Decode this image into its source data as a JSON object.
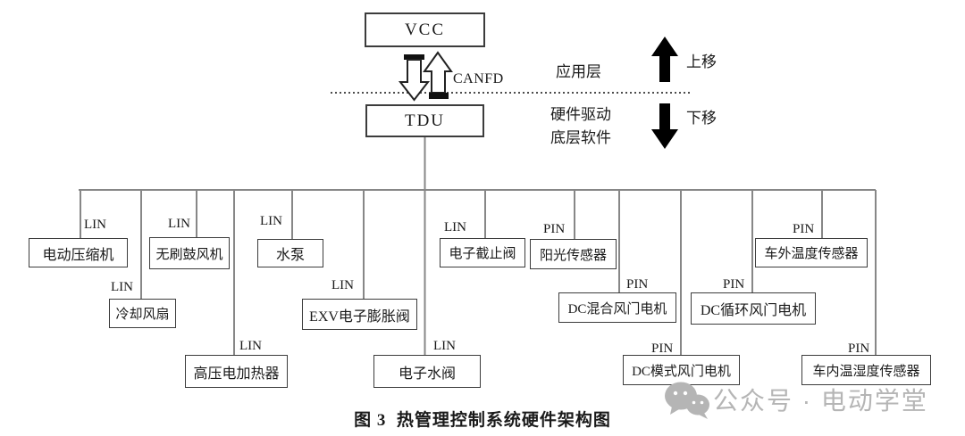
{
  "header": {
    "vcc_label": "VCC",
    "tdu_label": "TDU",
    "canfd_label": "CANFD",
    "app_layer_label": "应用层",
    "hw_driver_label": "硬件驱动",
    "low_sw_label": "底层软件",
    "move_up_label": "上移",
    "move_down_label": "下移"
  },
  "nodes": [
    {
      "label": "电动压缩机",
      "bus": "LIN"
    },
    {
      "label": "无刷鼓风机",
      "bus": "LIN"
    },
    {
      "label": "冷却风扇",
      "bus": "LIN"
    },
    {
      "label": "水泵",
      "bus": "LIN"
    },
    {
      "label": "高压电加热器",
      "bus": "LIN"
    },
    {
      "label": "EXV电子膨胀阀",
      "bus": "LIN"
    },
    {
      "label": "电子水阀",
      "bus": "LIN"
    },
    {
      "label": "电子截止阀",
      "bus": "LIN"
    },
    {
      "label": "阳光传感器",
      "bus": "PIN"
    },
    {
      "label": "DC混合风门电机",
      "bus": "PIN"
    },
    {
      "label": "DC模式风门电机",
      "bus": "PIN"
    },
    {
      "label": "DC循环风门电机",
      "bus": "PIN"
    },
    {
      "label": "车外温度传感器",
      "bus": "PIN"
    },
    {
      "label": "车内温湿度传感器",
      "bus": "PIN"
    }
  ],
  "caption": "图 3  热管理控制系统硬件架构图",
  "watermark": {
    "text": "公众号 · 电动学堂"
  },
  "colors": {
    "connector_line": "#878787",
    "box_border": "#3c3c3c",
    "text": "#1a1a1a",
    "watermark": "#b5b5b5",
    "arrow_fill": "#000000"
  }
}
